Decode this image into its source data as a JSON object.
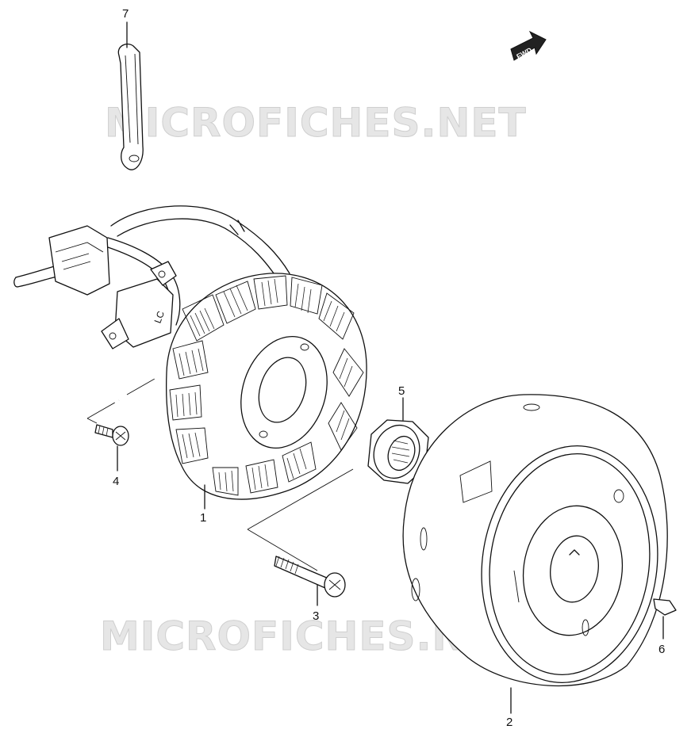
{
  "watermark": "MICROFICHES.NET",
  "fwd_label": "FWD",
  "connector_text": "LC",
  "callouts": [
    {
      "id": "1",
      "label": "1"
    },
    {
      "id": "2",
      "label": "2"
    },
    {
      "id": "3",
      "label": "3"
    },
    {
      "id": "4",
      "label": "4"
    },
    {
      "id": "5",
      "label": "5"
    },
    {
      "id": "6",
      "label": "6"
    },
    {
      "id": "7",
      "label": "7"
    }
  ]
}
